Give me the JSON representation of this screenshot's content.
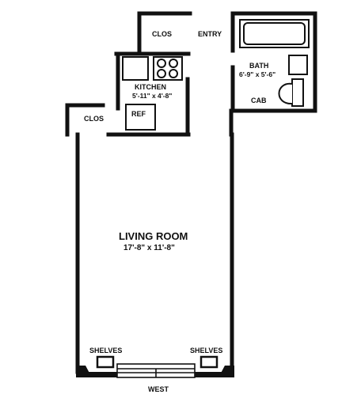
{
  "plan": {
    "rooms": {
      "closet_top": "CLOS",
      "entry": "ENTRY",
      "bath": "BATH",
      "bath_size": "6'-9\" x 5'-6\"",
      "cab": "CAB",
      "kitchen": "KITCHEN",
      "kitchen_size": "5'-11\" x 4'-8\"",
      "ref": "REF",
      "closet_left": "CLOS",
      "living": "LIVING ROOM",
      "living_size": "17'-8\" x 11'-8\"",
      "shelves_left": "SHELVES",
      "shelves_right": "SHELVES",
      "direction": "WEST"
    }
  }
}
